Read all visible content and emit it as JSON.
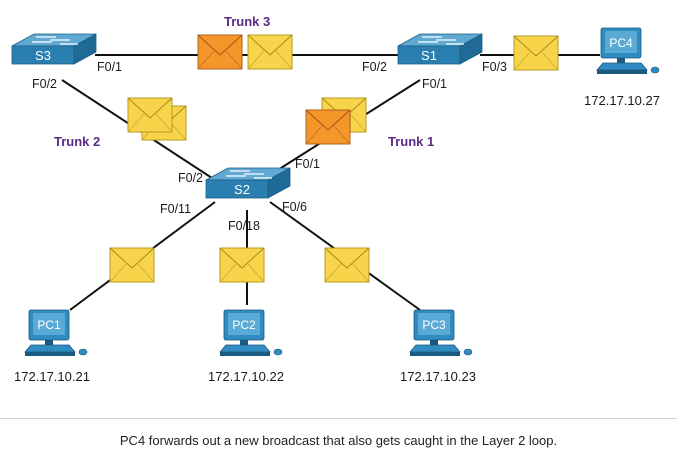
{
  "switches": {
    "s1": {
      "name": "S1"
    },
    "s2": {
      "name": "S2"
    },
    "s3": {
      "name": "S3"
    }
  },
  "pcs": {
    "pc1": {
      "name": "PC1",
      "ip": "172.17.10.21"
    },
    "pc2": {
      "name": "PC2",
      "ip": "172.17.10.22"
    },
    "pc3": {
      "name": "PC3",
      "ip": "172.17.10.23"
    },
    "pc4": {
      "name": "PC4",
      "ip": "172.17.10.27"
    }
  },
  "ports": {
    "s3_f01": "F0/1",
    "s3_f02": "F0/2",
    "s1_f02": "F0/2",
    "s1_f03": "F0/3",
    "s1_f01": "F0/1",
    "s2_f01": "F0/1",
    "s2_f02": "F0/2",
    "s2_f011": "F0/11",
    "s2_f018": "F0/18",
    "s2_f06": "F0/6"
  },
  "trunks": {
    "trunk1": "Trunk 1",
    "trunk2": "Trunk 2",
    "trunk3": "Trunk 3"
  },
  "caption": "PC4 forwards out a new broadcast that also gets caught in the Layer 2 loop.",
  "colors": {
    "switch": "#2a7fb0",
    "frame_yellow": "#f7d44a",
    "frame_orange": "#f4962a",
    "pc": "#2f8bc0",
    "trunk_text": "#5b2c87"
  }
}
